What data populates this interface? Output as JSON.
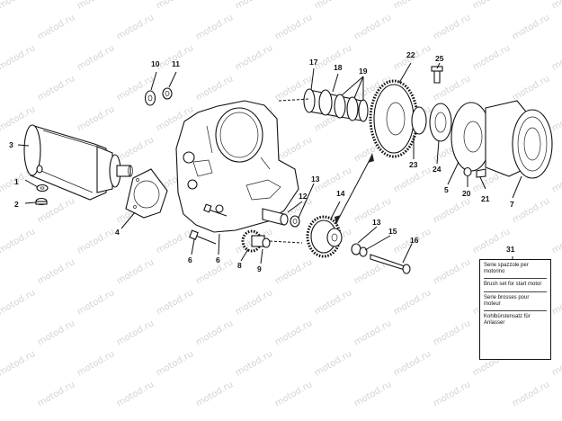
{
  "watermark": "motod.ru",
  "part_numbers": [
    "1",
    "2",
    "3",
    "4",
    "5",
    "6",
    "6",
    "7",
    "8",
    "9",
    "10",
    "11",
    "12",
    "13",
    "13",
    "14",
    "15",
    "16",
    "17",
    "18",
    "19",
    "20",
    "21",
    "22",
    "23",
    "24",
    "25"
  ],
  "legend": {
    "number": "31",
    "lines": [
      "Serie spazzole per motorino",
      "Brush set for start motor",
      "Serie brosses pour moteur",
      "Kohlbürstensatz für Anlasser"
    ]
  }
}
